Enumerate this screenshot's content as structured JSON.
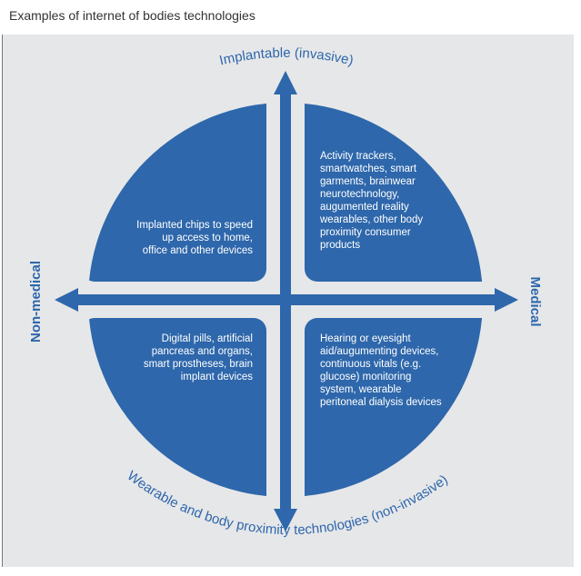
{
  "title": "Examples of internet of bodies technologies",
  "axes": {
    "top": "Implantable (invasive)",
    "bottom": "Wearable and body proximity technologies (non-invasive)",
    "left": "Non-medical",
    "right": "Medical"
  },
  "quadrants": {
    "top_left": "Implanted chips to speed up access to home, office and other devices",
    "top_right": "Activity trackers, smartwatches, smart garments, brainwear neurotechnology, augumented reality wearables, other body proximity consumer products",
    "bottom_left": "Digital pills, artificial pancreas and organs, smart prostheses, brain implant devices",
    "bottom_right": "Hearing or eyesight aid/augumenting devices, continuous vitals (e.g. glucose) monitoring system, wearable peritoneal dialysis devices"
  },
  "colors": {
    "accent": "#2e67ab",
    "background": "#e6e7e9"
  }
}
